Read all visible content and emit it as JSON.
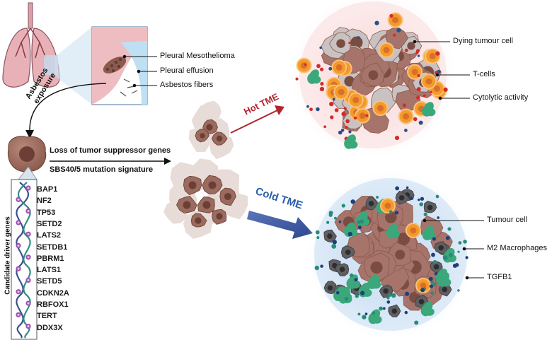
{
  "lung_callouts": [
    "Pleural Mesothelioma",
    "Pleural effusion",
    "Asbestos fibers"
  ],
  "exposure_label": [
    "Asbestos",
    "exposure"
  ],
  "mechanism": [
    "Loss of tumor suppressor genes",
    "SBS40/5 mutation signature"
  ],
  "candidate_label": "Candidate driver genes",
  "genes": [
    "BAP1",
    "NF2",
    "TP53",
    "SETD2",
    "LATS2",
    "SETDB1",
    "PBRM1",
    "LATS1",
    "SETD5",
    "CDKN2A",
    "RBFOX1",
    "TERT",
    "DDX3X"
  ],
  "hot": {
    "title": "Hot TME",
    "title_color": "#b3242c",
    "callouts": [
      "Dying tumour cell",
      "T-cells",
      "Cytolytic activity"
    ]
  },
  "cold": {
    "title": "Cold TME",
    "title_color": "#2b5fa8",
    "callouts": [
      "Tumour cell",
      "M2 Macrophages",
      "TGFB1"
    ]
  }
}
